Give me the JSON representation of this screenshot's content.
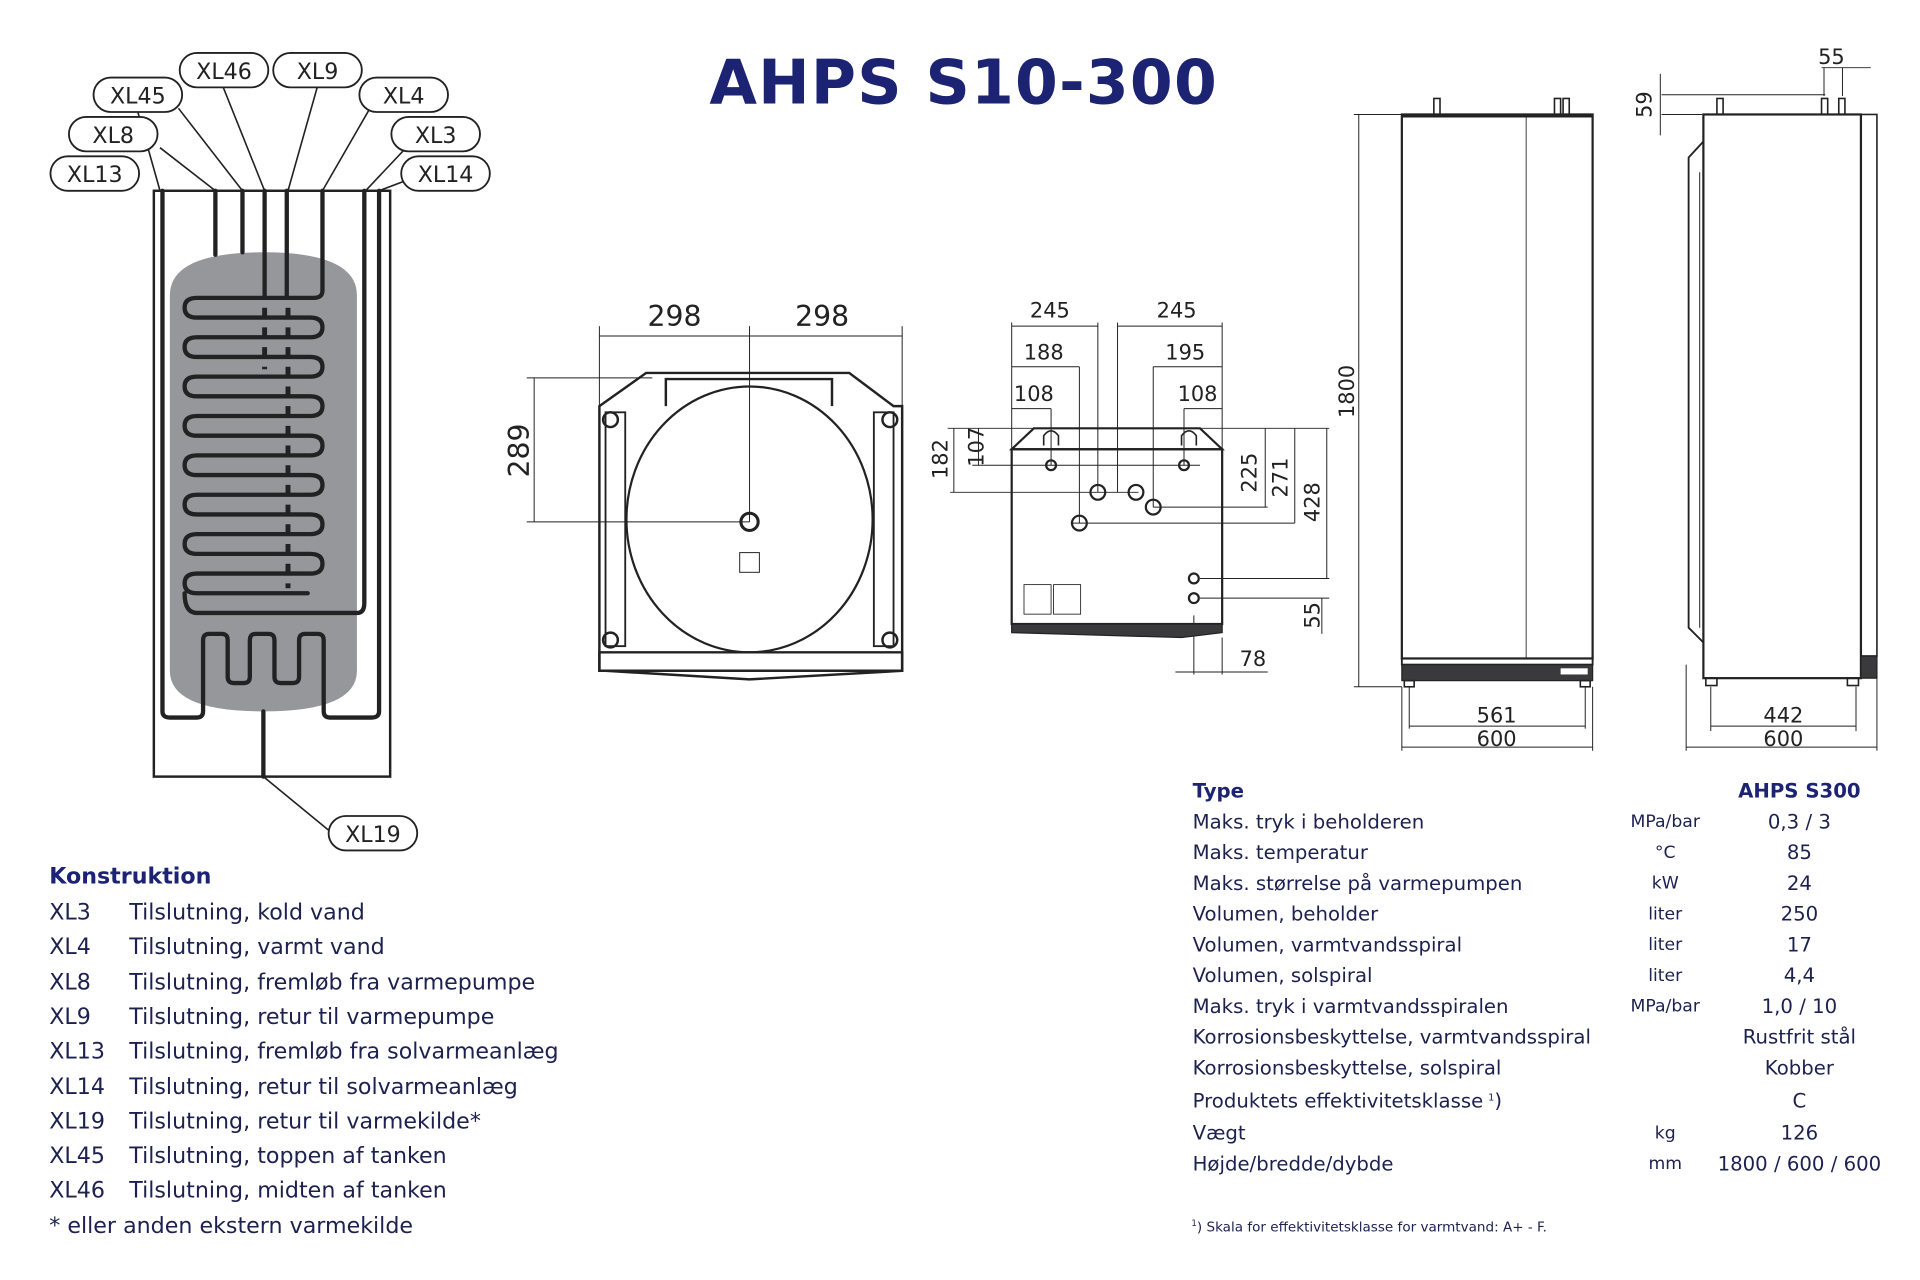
{
  "title": "AHPS S10-300",
  "tank_labels": {
    "xl45": "XL45",
    "xl46": "XL46",
    "xl9": "XL9",
    "xl4": "XL4",
    "xl8": "XL8",
    "xl3": "XL3",
    "xl13": "XL13",
    "xl14": "XL14",
    "xl19": "XL19"
  },
  "dimensions": {
    "top_left": "298",
    "top_right": "298",
    "top_depth": "289",
    "front_245_left": "245",
    "front_245_right": "245",
    "front_188": "188",
    "front_195": "195",
    "front_108_left": "108",
    "front_108_right": "108",
    "front_182": "182",
    "front_107": "107",
    "front_225": "225",
    "front_271": "271",
    "front_428": "428",
    "front_55": "55",
    "front_78": "78",
    "height_1800": "1800",
    "front_561": "561",
    "front_600": "600",
    "side_59": "59",
    "side_55": "55",
    "side_442": "442",
    "side_600": "600"
  },
  "colors": {
    "title": "#1b2372",
    "tank_fill": "#96979b",
    "text": "#1d2150"
  },
  "konstruktion": {
    "heading": "Konstruktion",
    "items": [
      {
        "code": "XL3",
        "desc": "Tilslutning, kold vand"
      },
      {
        "code": "XL4",
        "desc": "Tilslutning, varmt vand"
      },
      {
        "code": "XL8",
        "desc": "Tilslutning, fremløb fra varmepumpe"
      },
      {
        "code": "XL9",
        "desc": "Tilslutning, retur til varmepumpe"
      },
      {
        "code": "XL13",
        "desc": "Tilslutning, fremløb fra solvarmeanlæg"
      },
      {
        "code": "XL14",
        "desc": "Tilslutning, retur til solvarmeanlæg"
      },
      {
        "code": "XL19",
        "desc": "Tilslutning, retur til varmekilde*"
      },
      {
        "code": "XL45",
        "desc": "Tilslutning, toppen af tanken"
      },
      {
        "code": "XL46",
        "desc": "Tilslutning, midten af tanken"
      }
    ],
    "footnote": "* eller anden ekstern varmekilde"
  },
  "specs": {
    "header_label": "Type",
    "header_value": "AHPS S300",
    "rows": [
      {
        "label": "Maks. tryk i beholderen",
        "unit": "MPa/bar",
        "value": "0,3 / 3"
      },
      {
        "label": "Maks. temperatur",
        "unit": "°C",
        "value": "85"
      },
      {
        "label": "Maks. størrelse på varmepumpen",
        "unit": "kW",
        "value": "24"
      },
      {
        "label": "Volumen, beholder",
        "unit": "liter",
        "value": "250"
      },
      {
        "label": "Volumen, varmtvandsspiral",
        "unit": "liter",
        "value": "17"
      },
      {
        "label": "Volumen, solspiral",
        "unit": "liter",
        "value": "4,4"
      },
      {
        "label": "Maks. tryk i varmtvandsspiralen",
        "unit": "MPa/bar",
        "value": "1,0 / 10"
      },
      {
        "label": "Korrosionsbeskyttelse, varmtvandsspiral",
        "unit": "",
        "value": "Rustfrit stål"
      },
      {
        "label": "Korrosionsbeskyttelse, solspiral",
        "unit": "",
        "value": "Kobber"
      },
      {
        "label": "Produktets effektivitetsklasse",
        "sup": "1",
        "suffix": ")",
        "unit": "",
        "value": "C"
      },
      {
        "label": "Vægt",
        "unit": "kg",
        "value": "126"
      },
      {
        "label": "Højde/bredde/dybde",
        "unit": "mm",
        "value": "1800 / 600 / 600"
      }
    ],
    "footnote_sup": "1",
    "footnote": ") Skala for effektivitetsklasse for varmtvand: A+ - F."
  }
}
